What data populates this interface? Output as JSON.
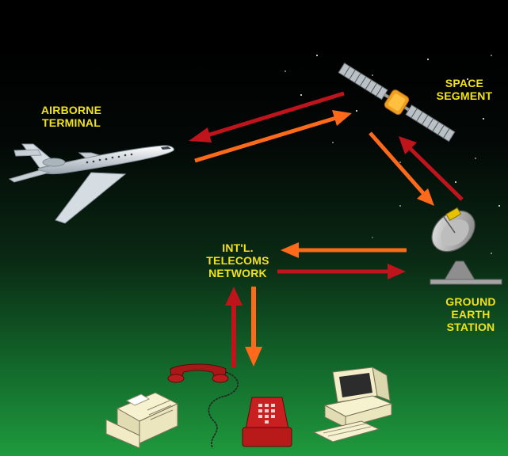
{
  "labels": {
    "airborne_terminal": [
      "AIRBORNE",
      "TERMINAL"
    ],
    "space_segment": [
      "SPACE",
      "SEGMENT"
    ],
    "telecoms_network": [
      "INT'L.",
      "TELECOMS",
      "NETWORK"
    ],
    "ground_station": [
      "GROUND",
      "EARTH",
      "STATION"
    ]
  },
  "colors": {
    "label": "#f2e21a",
    "arrow_red": "#c0141c",
    "arrow_orange": "#ff6a1a"
  }
}
